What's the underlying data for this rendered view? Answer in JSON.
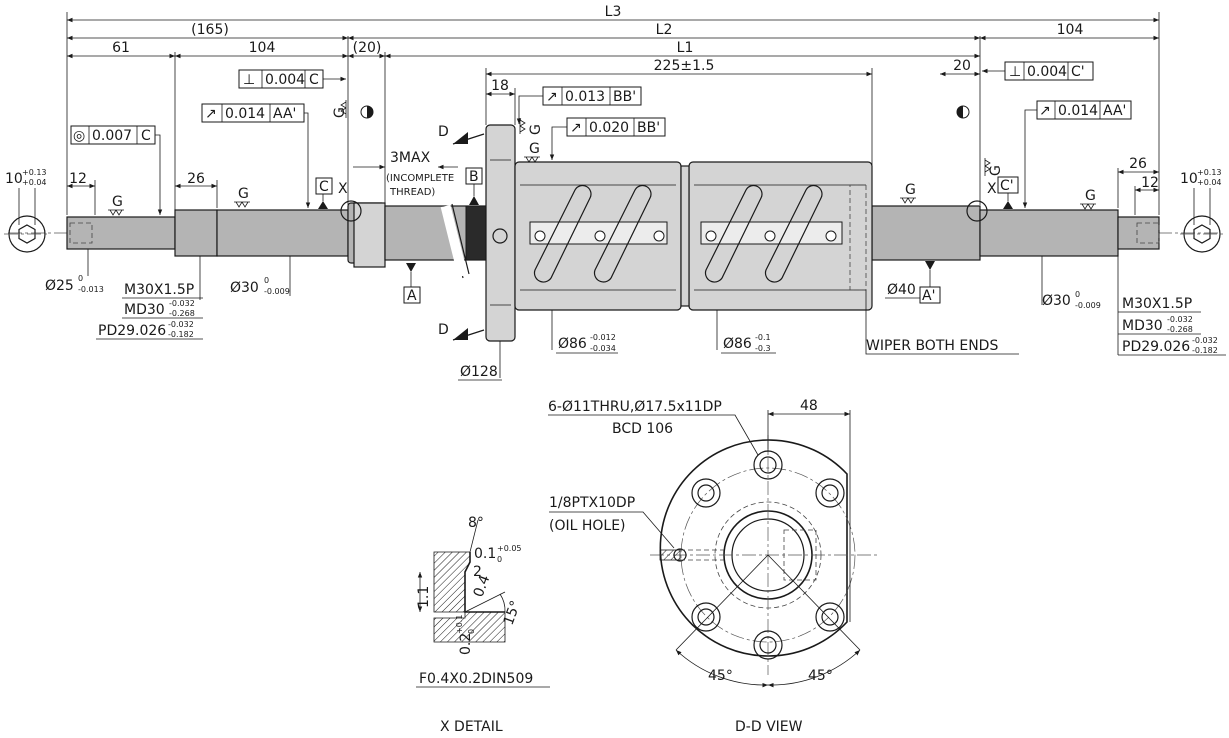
{
  "dims": {
    "L3": "L3",
    "L2": "L2",
    "L1": "L1",
    "d165": "(165)",
    "d61": "61",
    "d104a": "104",
    "d104b": "104",
    "d20a": "(20)",
    "d20b": "20",
    "d225": "225±1.5",
    "d18": "18",
    "d26a": "26",
    "d26b": "26",
    "d12a": "12",
    "d12b": "12",
    "threeMax": "3MAX",
    "incomplete": "(INCOMPLETE",
    "thread": "THREAD)"
  },
  "tolerances": {
    "perpC_sym": "⊥",
    "perpC_val": "0.004",
    "perpC_ref": "C",
    "perpC2_sym": "⊥",
    "perpC2_val": "0.004",
    "perpC2_ref": "C'",
    "conc_sym": "◎",
    "conc_val": "0.007",
    "conc_ref": "C",
    "runAA_sym": "↗",
    "runAA_val": "0.014",
    "runAA_ref": "AA'",
    "runAA2_sym": "↗",
    "runAA2_val": "0.014",
    "runAA2_ref": "AA'",
    "runBB1_sym": "↗",
    "runBB1_val": "0.013",
    "runBB1_ref": "BB'",
    "runBB2_sym": "↗",
    "runBB2_val": "0.020",
    "runBB2_ref": "BB'"
  },
  "datums": {
    "A": "A",
    "A2": "A'",
    "B": "B",
    "C": "C",
    "C2": "C'",
    "X1": "X",
    "X2": "X",
    "D1": "D",
    "D2": "D"
  },
  "surface": {
    "G": "G"
  },
  "diameters": {
    "d25": "Ø25",
    "d25_up": "0",
    "d25_lo": "-0.013",
    "m30L": "M30X1.5P",
    "md30L": "MD30",
    "md30L_up": "-0.032",
    "md30L_lo": "-0.268",
    "pdL": "PD29.026",
    "pdL_up": "-0.032",
    "pdL_lo": "-0.182",
    "d30L": "Ø30",
    "d30L_up": "0",
    "d30L_lo": "-0.009",
    "d86a": "Ø86",
    "d86a_up": "-0.012",
    "d86a_lo": "-0.034",
    "d86b": "Ø86",
    "d86b_up": "-0.1",
    "d86b_lo": "-0.3",
    "d128": "Ø128",
    "d40": "Ø40",
    "d30R": "Ø30",
    "d30R_up": "0",
    "d30R_lo": "-0.009",
    "m30R": "M30X1.5P",
    "md30R": "MD30",
    "md30R_up": "-0.032",
    "md30R_lo": "-0.268",
    "pdR": "PD29.026",
    "pdR_up": "-0.032",
    "pdR_lo": "-0.182",
    "wiper": "WIPER BOTH ENDS"
  },
  "endViews": {
    "hexL": "10",
    "hexL_up": "+0.13",
    "hexL_lo": "+0.04",
    "hexR": "10",
    "hexR_up": "+0.13",
    "hexR_lo": "+0.04"
  },
  "ddview": {
    "holes": "6-Ø11THRU,Ø17.5x11DP",
    "bcd": "BCD 106",
    "oil1": "1/8PTX10DP",
    "oil2": "(OIL HOLE)",
    "d48": "48",
    "a45a": "45°",
    "a45b": "45°",
    "title": "D-D VIEW"
  },
  "xdetail": {
    "a8": "8°",
    "d01": "0.1",
    "d01_up": "+0.05",
    "d01_lo": "0",
    "d02": "0.2",
    "d02_up": "+0.1",
    "d02_lo": "0",
    "d11": "1.1",
    "d04": "0.4",
    "r2": "2",
    "a15": "15°",
    "spec": "F0.4X0.2DIN509",
    "title": "X DETAIL"
  }
}
